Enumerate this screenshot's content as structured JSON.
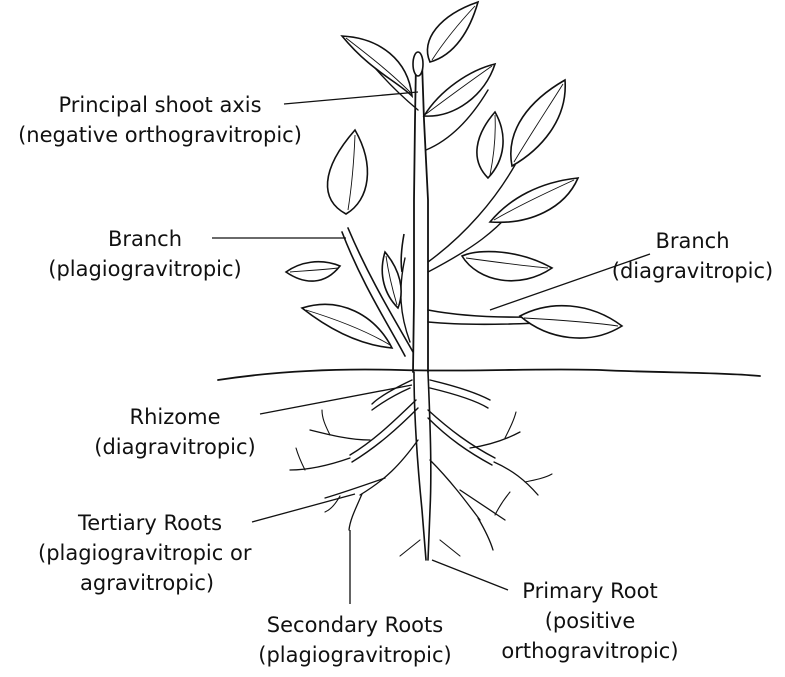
{
  "labels": {
    "principal_shoot": {
      "line1": "Principal shoot axis",
      "line2": "(negative orthogravitropic)"
    },
    "branch_left": {
      "line1": "Branch",
      "line2": "(plagiogravitropic)"
    },
    "branch_right": {
      "line1": "Branch",
      "line2": "(diagravitropic)"
    },
    "rhizome": {
      "line1": "Rhizome",
      "line2": "(diagravitropic)"
    },
    "tertiary_roots": {
      "line1": "Tertiary Roots",
      "line2": "(plagiogravitropic or",
      "line3": "agravitropic)"
    },
    "secondary_roots": {
      "line1": "Secondary Roots",
      "line2": "(plagiogravitropic)"
    },
    "primary_root": {
      "line1": "Primary Root",
      "line2": "(positive",
      "line3": "orthogravitropic)"
    }
  }
}
